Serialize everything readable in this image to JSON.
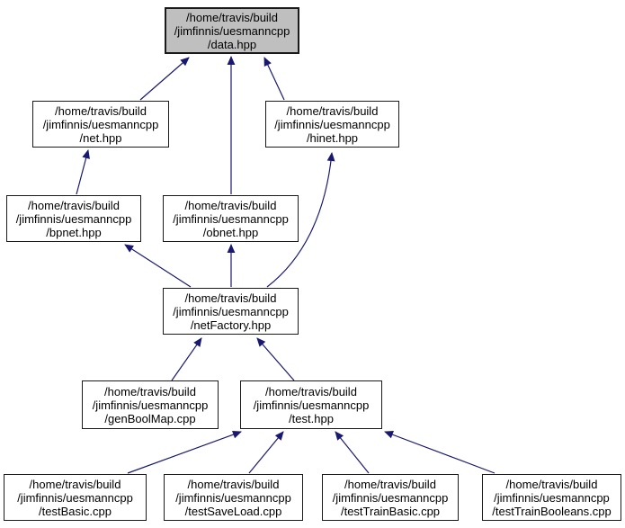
{
  "diagram": {
    "type": "include-dependency-graph",
    "colors": {
      "edge": "#191970",
      "node_border": "#1a1a1a",
      "node_fill": "#ffffff",
      "highlight_fill": "#bfbfbf",
      "background": "#ffffff"
    },
    "nodes": [
      {
        "id": "data.hpp",
        "highlighted": true,
        "label": "/home/travis/build\n/jimfinnis/uesmanncpp\n/data.hpp"
      },
      {
        "id": "net.hpp",
        "highlighted": false,
        "label": "/home/travis/build\n/jimfinnis/uesmanncpp\n/net.hpp"
      },
      {
        "id": "hinet.hpp",
        "highlighted": false,
        "label": "/home/travis/build\n/jimfinnis/uesmanncpp\n/hinet.hpp"
      },
      {
        "id": "bpnet.hpp",
        "highlighted": false,
        "label": "/home/travis/build\n/jimfinnis/uesmanncpp\n/bpnet.hpp"
      },
      {
        "id": "obnet.hpp",
        "highlighted": false,
        "label": "/home/travis/build\n/jimfinnis/uesmanncpp\n/obnet.hpp"
      },
      {
        "id": "netFactory.hpp",
        "highlighted": false,
        "label": "/home/travis/build\n/jimfinnis/uesmanncpp\n/netFactory.hpp"
      },
      {
        "id": "genBoolMap.cpp",
        "highlighted": false,
        "label": "/home/travis/build\n/jimfinnis/uesmanncpp\n/genBoolMap.cpp"
      },
      {
        "id": "test.hpp",
        "highlighted": false,
        "label": "/home/travis/build\n/jimfinnis/uesmanncpp\n/test.hpp"
      },
      {
        "id": "testBasic.cpp",
        "highlighted": false,
        "label": "/home/travis/build\n/jimfinnis/uesmanncpp\n/testBasic.cpp"
      },
      {
        "id": "testSaveLoad.cpp",
        "highlighted": false,
        "label": "/home/travis/build\n/jimfinnis/uesmanncpp\n/testSaveLoad.cpp"
      },
      {
        "id": "testTrainBasic.cpp",
        "highlighted": false,
        "label": "/home/travis/build\n/jimfinnis/uesmanncpp\n/testTrainBasic.cpp"
      },
      {
        "id": "testTrainBooleans.cpp",
        "highlighted": false,
        "label": "/home/travis/build\n/jimfinnis/uesmanncpp\n/testTrainBooleans.cpp"
      }
    ],
    "edges": [
      {
        "from": "net.hpp",
        "to": "data.hpp"
      },
      {
        "from": "hinet.hpp",
        "to": "data.hpp"
      },
      {
        "from": "obnet.hpp",
        "to": "data.hpp"
      },
      {
        "from": "bpnet.hpp",
        "to": "net.hpp"
      },
      {
        "from": "netFactory.hpp",
        "to": "bpnet.hpp"
      },
      {
        "from": "netFactory.hpp",
        "to": "obnet.hpp"
      },
      {
        "from": "netFactory.hpp",
        "to": "hinet.hpp"
      },
      {
        "from": "genBoolMap.cpp",
        "to": "netFactory.hpp"
      },
      {
        "from": "test.hpp",
        "to": "netFactory.hpp"
      },
      {
        "from": "testBasic.cpp",
        "to": "test.hpp"
      },
      {
        "from": "testSaveLoad.cpp",
        "to": "test.hpp"
      },
      {
        "from": "testTrainBasic.cpp",
        "to": "test.hpp"
      },
      {
        "from": "testTrainBooleans.cpp",
        "to": "test.hpp"
      }
    ]
  }
}
